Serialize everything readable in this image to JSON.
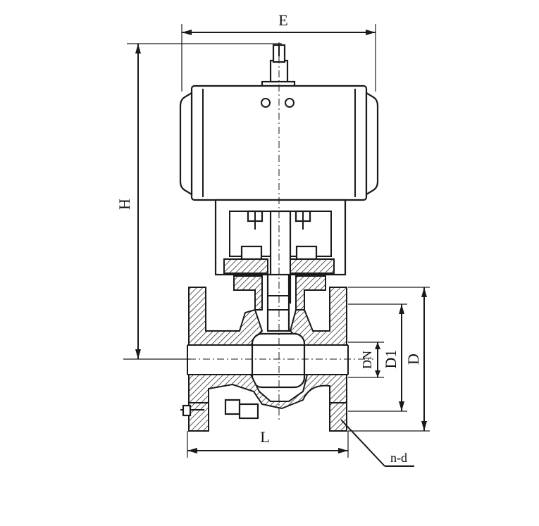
{
  "diagram": {
    "labels": {
      "E": "E",
      "H": "H",
      "DN": "DN",
      "D1": "D1",
      "D": "D",
      "L": "L",
      "nd": "n-d"
    }
  }
}
